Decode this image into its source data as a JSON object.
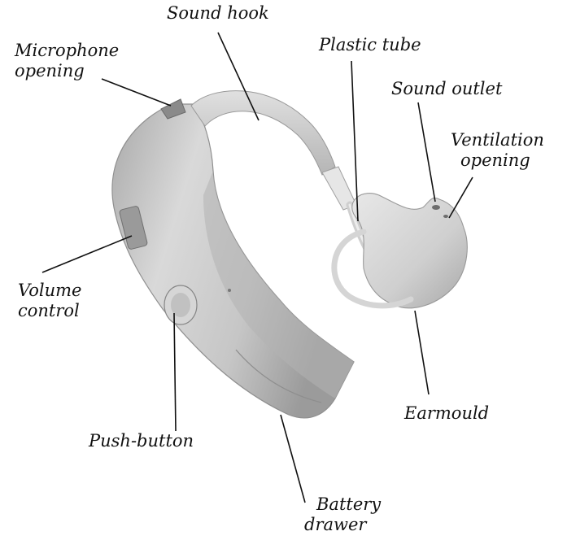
{
  "labels": {
    "sound_hook": "Sound hook",
    "microphone_opening": [
      "Microphone",
      "opening"
    ],
    "plastic_tube": "Plastic tube",
    "sound_outlet": "Sound outlet",
    "ventilation_opening": [
      "Ventilation",
      "opening"
    ],
    "volume_control": [
      "Volume",
      "control"
    ],
    "push_button": "Push-button",
    "earmould": "Earmould",
    "battery_drawer": [
      "Battery",
      "drawer"
    ]
  },
  "colors": {
    "background": "#ffffff",
    "label_text": "#111111",
    "leader_line": "#111111",
    "device_body": "#c9c9c9",
    "device_shadow": "#9e9e9e"
  }
}
